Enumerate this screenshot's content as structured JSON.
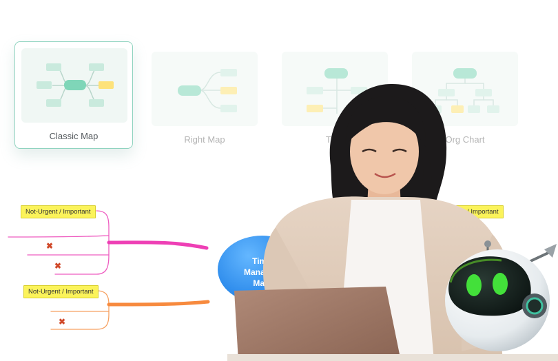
{
  "templates": [
    {
      "label": "Classic Map",
      "selected": true
    },
    {
      "label": "Right Map",
      "selected": false
    },
    {
      "label": "Tree",
      "selected": false
    },
    {
      "label": "Org Chart",
      "selected": false
    }
  ],
  "mindmap": {
    "center_lines": [
      "Time",
      "Managen",
      "Matr"
    ],
    "tags": [
      "Not-Urgent / Important",
      "Not-Urgent / Important",
      "Not-Urgent / Important"
    ],
    "cross_mark": "✖"
  },
  "colors": {
    "accent_green": "#7fd6b8",
    "accent_yellow": "#fde27a",
    "branch_pink": "#ee3fb5",
    "branch_orange": "#f78a3e",
    "center_blue": "#1e7fe6"
  }
}
